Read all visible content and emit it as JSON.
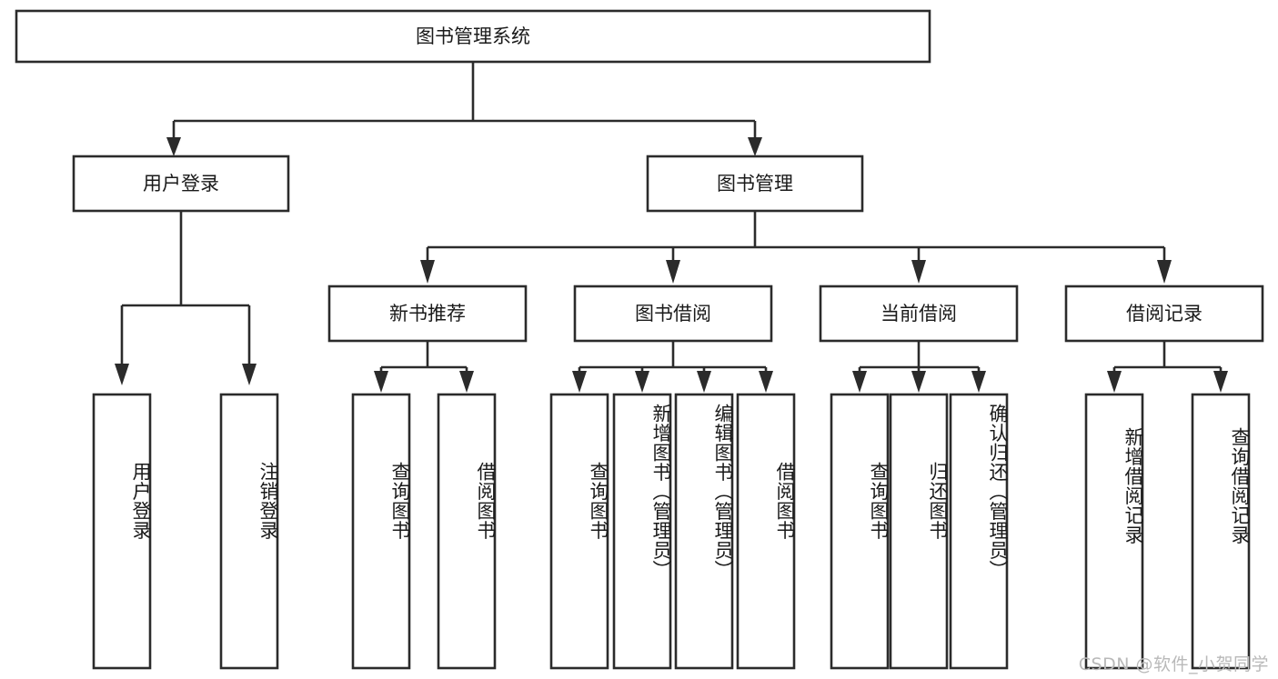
{
  "diagram": {
    "type": "tree-hierarchy-flowchart",
    "title": "图书管理系统",
    "watermark": "CSDN @软件_小贺同学",
    "colors": {
      "box_stroke": "#2b2b2b",
      "box_fill": "#ffffff",
      "text": "#1a1a1a",
      "background": "#ffffff",
      "watermark": "#b9b9b9"
    },
    "root": {
      "label": "图书管理系统"
    },
    "level2": [
      {
        "label": "用户登录"
      },
      {
        "label": "图书管理"
      }
    ],
    "level3": [
      {
        "label": "新书推荐"
      },
      {
        "label": "图书借阅"
      },
      {
        "label": "当前借阅"
      },
      {
        "label": "借阅记录"
      }
    ],
    "leaves": {
      "user_login": [
        {
          "label": "用户登录"
        },
        {
          "label": "注销登录"
        }
      ],
      "new_book_recommend": [
        {
          "label": "查询图书"
        },
        {
          "label": "借阅图书"
        }
      ],
      "book_borrow": [
        {
          "label": "查询图书"
        },
        {
          "label": "新增图书（管理员）"
        },
        {
          "label": "编辑图书（管理员）"
        },
        {
          "label": "借阅图书"
        }
      ],
      "current_borrow": [
        {
          "label": "查询图书"
        },
        {
          "label": "归还图书"
        },
        {
          "label": "确认归还（管理员）"
        }
      ],
      "borrow_record": [
        {
          "label": "新增借阅记录"
        },
        {
          "label": "查询借阅记录"
        }
      ]
    }
  }
}
